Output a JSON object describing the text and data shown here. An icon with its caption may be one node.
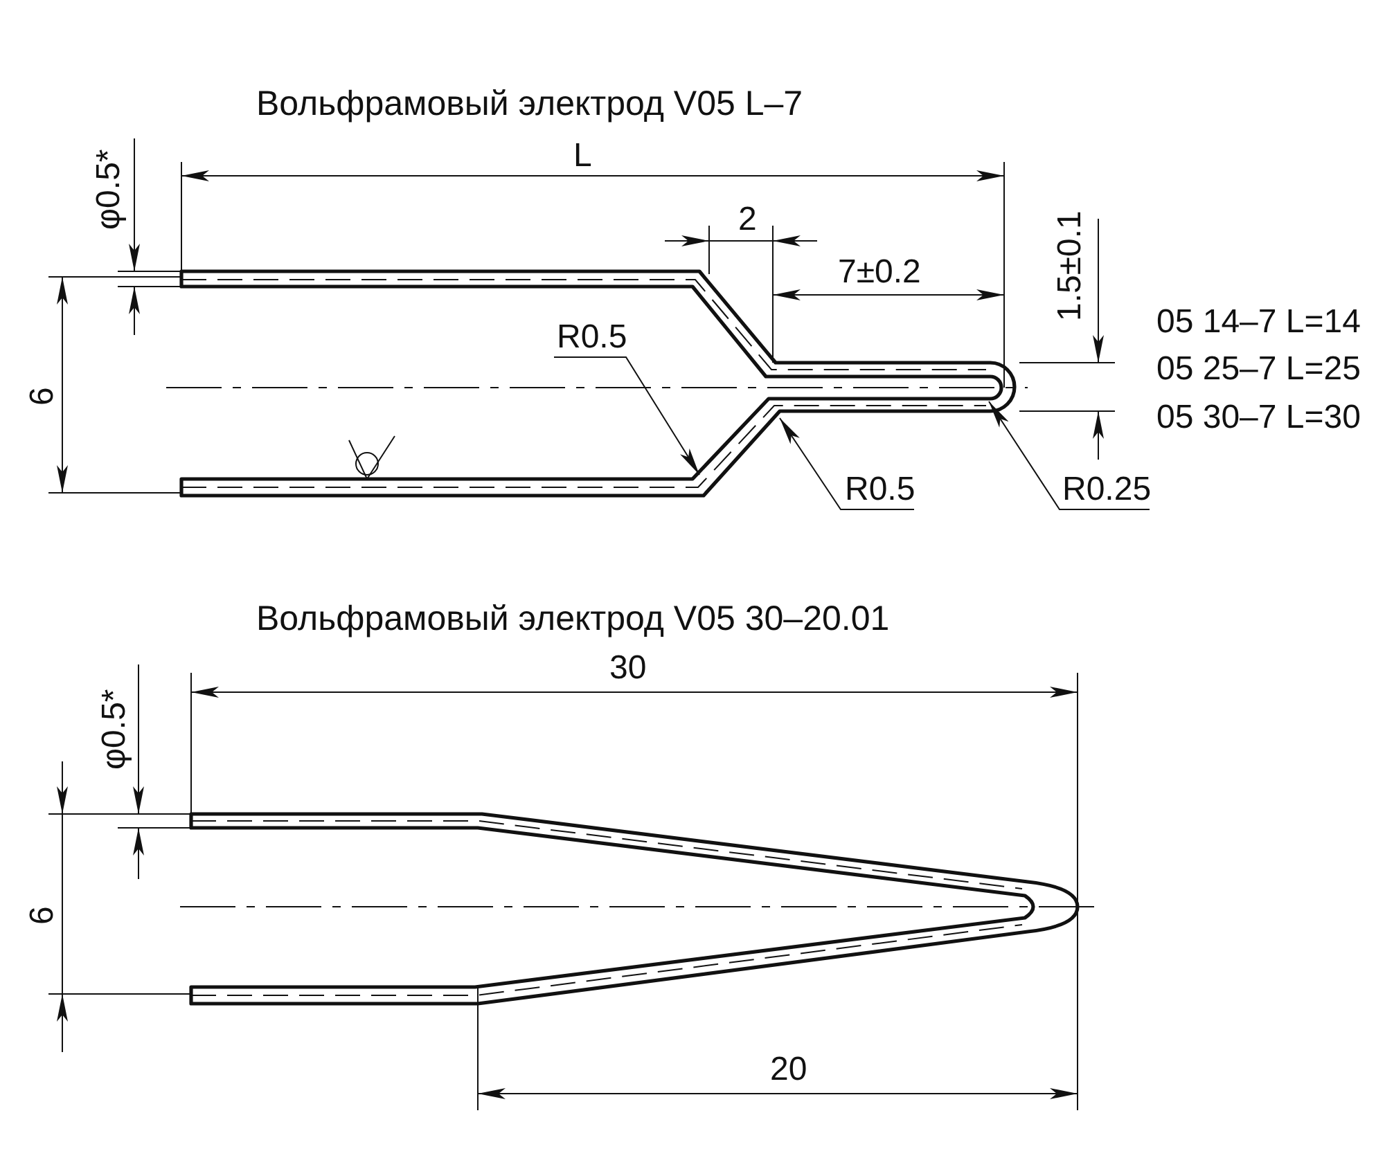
{
  "diagram": {
    "nodes": [
      {
        "text": [
          "R0.5"
        ]
      },
      {
        "text": [
          "R0.5"
        ]
      },
      {
        "text": [
          "R0.25"
        ]
      }
    ],
    "edges": [
      {
        "from": 0,
        "to": null,
        "arrow": "to"
      },
      {
        "from": 1,
        "to": null,
        "arrow": "to"
      },
      {
        "from": 2,
        "to": null,
        "arrow": "to"
      }
    ],
    "labels": [
      "Вольфрамовый электрод V05 L–7",
      "L",
      "φ0.5*",
      "2",
      "7±0.2",
      "1.5±0.1",
      "6",
      "05 14–7 L=14",
      "05 25–7 L=25",
      "05 30–7 L=30",
      "Вольфрамовый электрод V05 30–20.01",
      "30",
      "φ0.5*",
      "6",
      "20"
    ]
  }
}
